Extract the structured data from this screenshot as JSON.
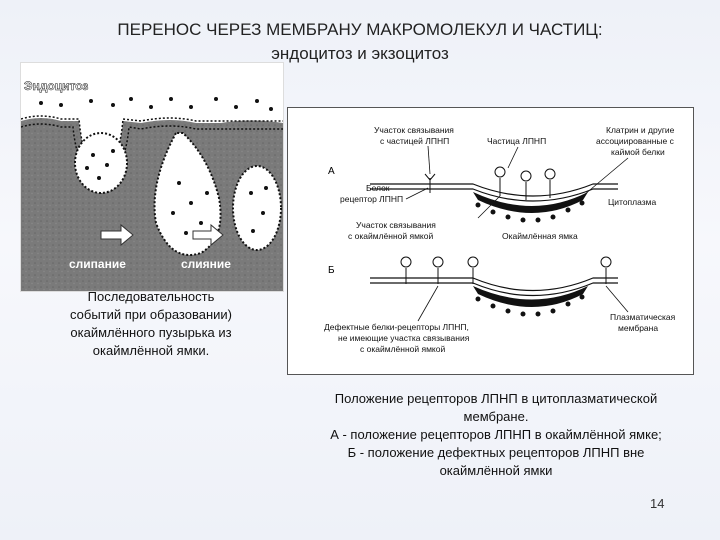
{
  "slide": {
    "title_line1": "ПЕРЕНОС ЧЕРЕЗ МЕМБРАНУ МАКРОМОЛЕКУЛ И ЧАСТИЦ:",
    "title_line2": "эндоцитоз и экзоцитоз",
    "page_number": "14"
  },
  "left_figure": {
    "label_endocytosis": "Эндоцитоз",
    "label_budding": "слипание",
    "label_fusion": "слияние",
    "colors": {
      "cytoplasm": "#777777",
      "membrane": "#ffffff",
      "ink": "#111111"
    }
  },
  "left_caption": {
    "line1": "Последовательность",
    "line2": "событий при образовании)",
    "line3": "окаймлённого пузырька из",
    "line4": "окаймлённой ямки."
  },
  "right_figure": {
    "label_a": "А",
    "label_b": "Б",
    "binding_site_line1": "Участок связывания",
    "binding_site_line2": "с частицей ЛПНП",
    "ldl_particle": "Частица ЛПНП",
    "clathrin_line1": "Клатрин и другие",
    "clathrin_line2": "ассоциированные с",
    "clathrin_line3": "каймой белки",
    "receptor_line1": "Белок-",
    "receptor_line2": "рецептор ЛПНП",
    "cytoplasm": "Цитоплазма",
    "binding_site2_line1": "Участок связывания",
    "binding_site2_line2": "с окаймлённой ямкой",
    "coated_pit": "Окаймлённая ямка",
    "defective_line1": "Дефектные белки-рецепторы ЛПНП,",
    "defective_line2": "не имеющие участка связывания",
    "defective_line3": "с окаймлённой ямкой",
    "plasma_membrane_line1": "Плазматическая",
    "plasma_membrane_line2": "мембрана"
  },
  "right_caption": {
    "line1": "Положение рецепторов ЛПНП в цитоплазматической",
    "line2": "мембране.",
    "line3": "А - положение рецепторов ЛПНП в окаймлённой ямке;",
    "line4": "Б - положение дефектных рецепторов ЛПНП вне",
    "line5": "окаймлённой ямки"
  }
}
